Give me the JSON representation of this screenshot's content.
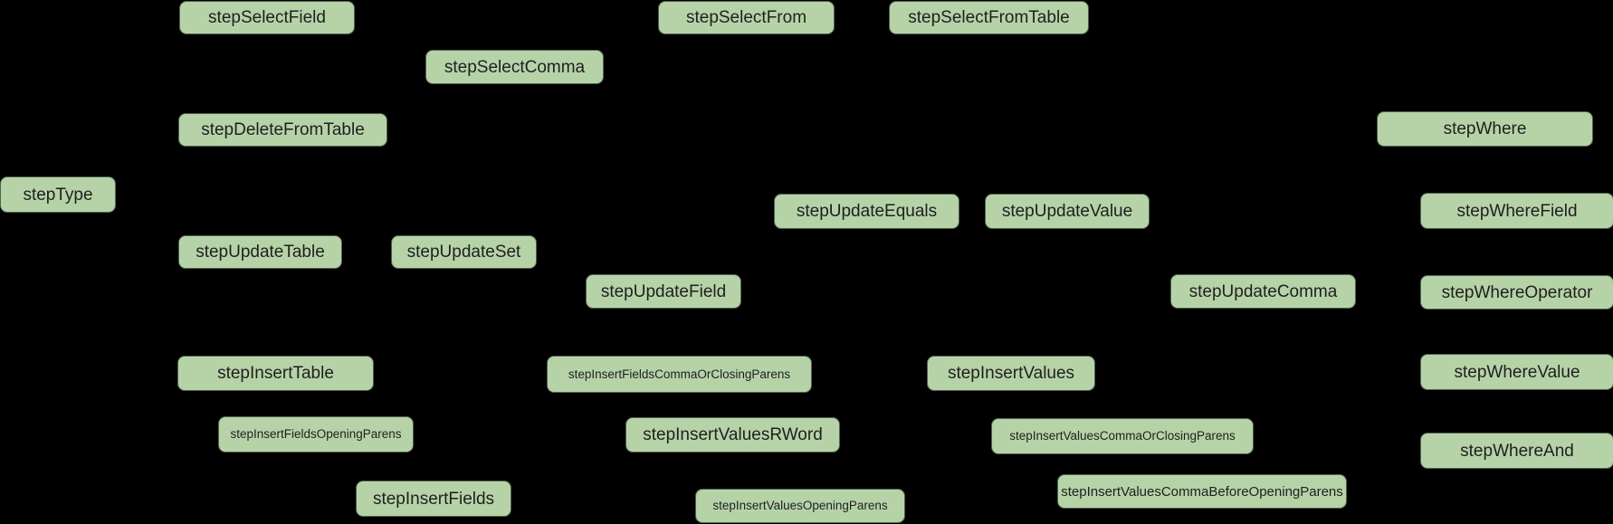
{
  "diagram": {
    "type": "state-machine-diagram",
    "colors": {
      "background": "#000000",
      "node_fill": "#b6d3a8",
      "node_border": "#52614d",
      "node_text": "#1f1f1f"
    },
    "nodes": [
      {
        "label": "stepSelectField"
      },
      {
        "label": "stepSelectFrom"
      },
      {
        "label": "stepSelectFromTable"
      },
      {
        "label": "stepSelectComma"
      },
      {
        "label": "stepDeleteFromTable"
      },
      {
        "label": "stepWhere"
      },
      {
        "label": "stepType"
      },
      {
        "label": "stepUpdateEquals"
      },
      {
        "label": "stepUpdateValue"
      },
      {
        "label": "stepWhereField"
      },
      {
        "label": "stepUpdateTable"
      },
      {
        "label": "stepUpdateSet"
      },
      {
        "label": "stepUpdateField"
      },
      {
        "label": "stepUpdateComma"
      },
      {
        "label": "stepWhereOperator"
      },
      {
        "label": "stepInsertTable"
      },
      {
        "label": "stepInsertFieldsCommaOrClosingParens"
      },
      {
        "label": "stepInsertValues"
      },
      {
        "label": "stepWhereValue"
      },
      {
        "label": "stepInsertFieldsOpeningParens"
      },
      {
        "label": "stepInsertValuesRWord"
      },
      {
        "label": "stepInsertValuesCommaOrClosingParens"
      },
      {
        "label": "stepWhereAnd"
      },
      {
        "label": "stepInsertFields"
      },
      {
        "label": "stepInsertValuesOpeningParens"
      },
      {
        "label": "stepInsertValuesCommaBeforeOpeningParens"
      }
    ]
  }
}
